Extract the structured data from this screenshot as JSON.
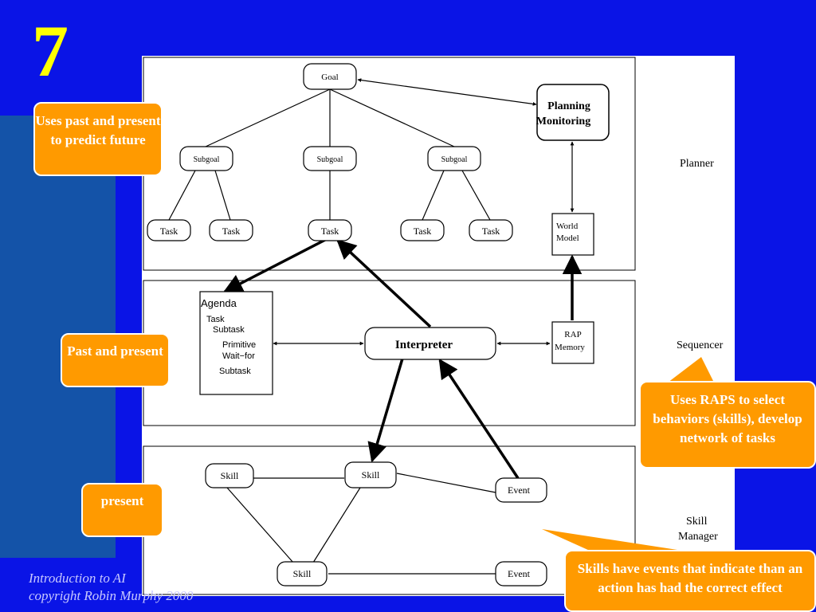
{
  "slide": {
    "number": "7"
  },
  "layers": {
    "planner": "Planner",
    "sequencer": "Sequencer",
    "skill_manager_1": "Skill",
    "skill_manager_2": "Manager"
  },
  "planner": {
    "goal": "Goal",
    "planning_1": "Planning",
    "planning_2": "Monitoring",
    "subgoals": [
      "Subgoal",
      "Subgoal",
      "Subgoal"
    ],
    "tasks": [
      "Task",
      "Task",
      "Task",
      "Task",
      "Task"
    ],
    "world_model_1": "World",
    "world_model_2": "Model"
  },
  "sequencer": {
    "agenda_title": "Agenda",
    "agenda_items": [
      "Task",
      "Subtask",
      "Primitive",
      "Wait−for",
      "Subtask"
    ],
    "interpreter": "Interpreter",
    "rap_memory_1": "RAP",
    "rap_memory_2": "Memory"
  },
  "skill_manager": {
    "skills": [
      "Skill",
      "Skill",
      "Skill"
    ],
    "events": [
      "Event",
      "Event"
    ]
  },
  "callouts": {
    "past_present_future": "Uses past and present to predict future",
    "past_and_present": "Past and present",
    "present": "present",
    "raps": "Uses RAPS to select behaviors (skills), develop network of tasks",
    "skills_events": "Skills have events that indicate than an action has had the correct effect"
  },
  "footer": {
    "line1": "Introduction to AI",
    "line2": "copyright Robin Murphy 2000"
  },
  "colors": {
    "background": "#0a14e6",
    "band": "#1453a8",
    "callout": "#ff9a00",
    "number": "#ffff00"
  }
}
